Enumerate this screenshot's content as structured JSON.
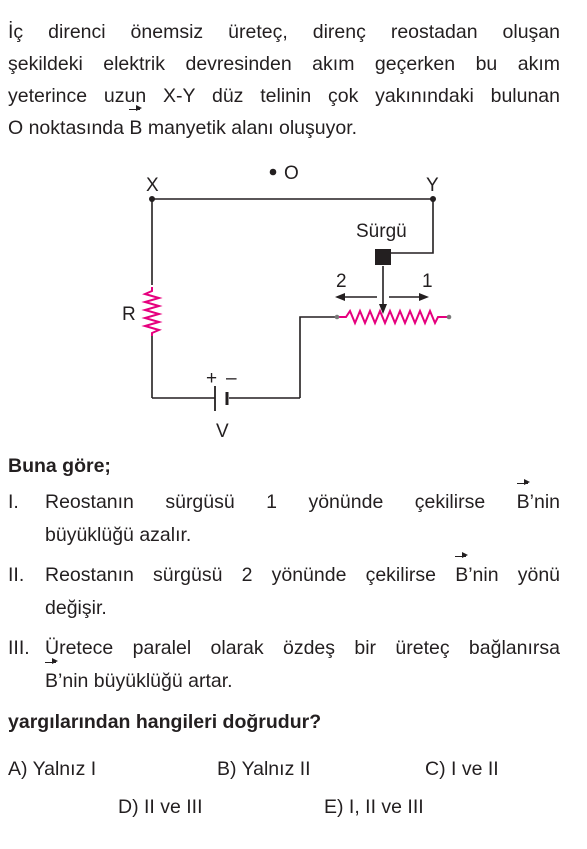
{
  "question": {
    "stem_lines": [
      "İç direnci önemsiz üreteç, direnç reostadan oluşan",
      "şekildeki elektrik devresinden akım geçerken bu akım",
      "yeterince uzun X-Y  düz telinin çok yakınındaki bulunan"
    ],
    "stem_last_before": "O noktasında ",
    "stem_last_vec": "B",
    "stem_last_after": " manyetik alanı oluşuyor.",
    "prompt": "Buna göre;",
    "statements": [
      {
        "num": "I.",
        "line1_before": "Reostanın sürgüsü 1 yönünde çekilirse ",
        "line1_vec": "B",
        "line1_after": "’nin",
        "line2": "büyüklüğü azalır."
      },
      {
        "num": "II.",
        "line1_before": "Reostanın sürgüsü 2 yönünde çekilirse ",
        "line1_vec": "B",
        "line1_after": "’nin yönü",
        "line2": "değişir."
      },
      {
        "num": "III.",
        "line1": "Üretece paralel olarak özdeş bir üreteç bağlanırsa",
        "line2_vec": "B",
        "line2_after": "’nin büyüklüğü artar."
      }
    ],
    "closing": "yargılarından hangileri doğrudur?",
    "options": [
      "A) Yalnız I",
      "B) Yalnız II",
      "C) I ve II",
      "D) II ve III",
      "E) I, II ve III"
    ]
  },
  "circuit": {
    "labels": {
      "point_o": "O",
      "x": "X",
      "y": "Y",
      "slider": "Sürgü",
      "dir_2": "2",
      "dir_1": "1",
      "resistor": "R",
      "plus": "+",
      "minus": "–",
      "source": "V"
    },
    "colors": {
      "wire": "#231f20",
      "resistor": "#e6007e"
    }
  }
}
